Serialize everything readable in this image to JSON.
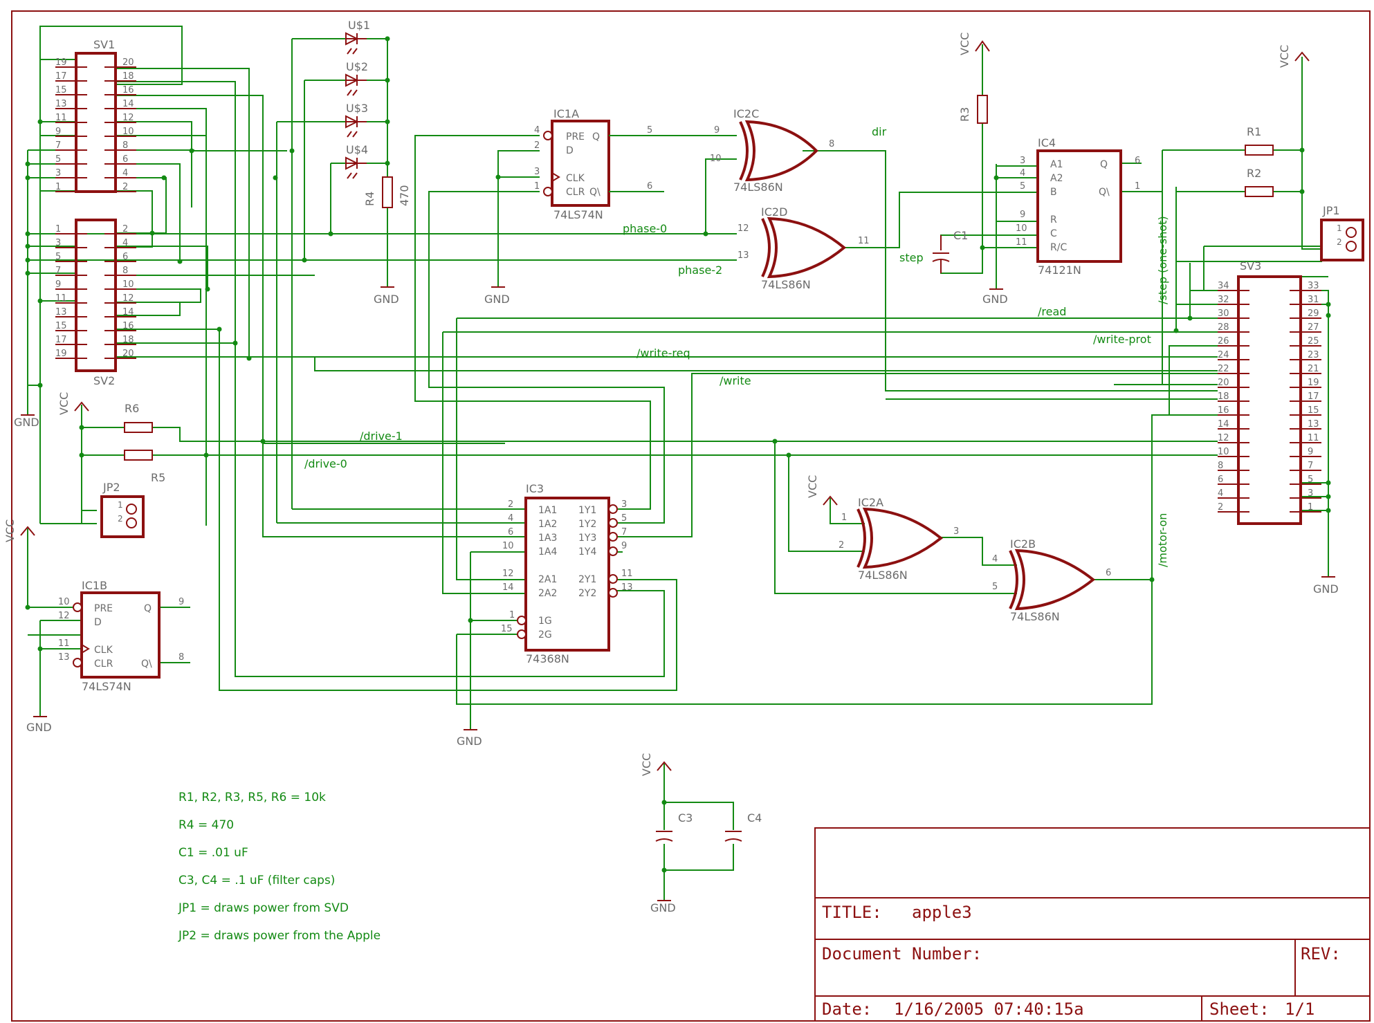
{
  "frame": {
    "title_label": "TITLE:",
    "title_value": "apple3",
    "docnum_label": "Document Number:",
    "rev_label": "REV:",
    "date_label": "Date:",
    "date_value": "1/16/2005 07:40:15a",
    "sheet_label": "Sheet:",
    "sheet_value": "1/1"
  },
  "parts": {
    "sv1": "SV1",
    "sv2": "SV2",
    "sv3": "SV3",
    "ic1a": "IC1A",
    "ic1b": "IC1B",
    "ic2a": "IC2A",
    "ic2b": "IC2B",
    "ic2c": "IC2C",
    "ic2d": "IC2D",
    "ic3": "IC3",
    "ic4": "IC4",
    "ls74": "74LS74N",
    "ls86": "74LS86N",
    "ls368": "74368N",
    "ls121": "74121N",
    "r1": "R1",
    "r2": "R2",
    "r3": "R3",
    "r4": "R4",
    "r4_val": "470",
    "r5": "R5",
    "r6": "R6",
    "c1": "C1",
    "c3": "C3",
    "c4": "C4",
    "jp1": "JP1",
    "jp2": "JP2",
    "led1": "U$1",
    "led2": "U$2",
    "led3": "U$3",
    "led4": "U$4",
    "vcc": "VCC",
    "gnd": "GND"
  },
  "pins": {
    "ff_pre": "PRE",
    "ff_d": "D",
    "ff_clk": "CLK",
    "ff_clr": "CLR",
    "ff_q": "Q",
    "ff_qn": "Q\\",
    "ic4_a1": "A1",
    "ic4_a2": "A2",
    "ic4_b": "B",
    "ic4_r": "R",
    "ic4_c": "C",
    "ic4_rc": "R/C",
    "ic4_q": "Q",
    "ic4_qn": "Q\\",
    "ic3_1a1": "1A1",
    "ic3_1a2": "1A2",
    "ic3_1a3": "1A3",
    "ic3_1a4": "1A4",
    "ic3_2a1": "2A1",
    "ic3_2a2": "2A2",
    "ic3_1g": "1G",
    "ic3_2g": "2G",
    "ic3_1y1": "1Y1",
    "ic3_1y2": "1Y2",
    "ic3_1y3": "1Y3",
    "ic3_1y4": "1Y4",
    "ic3_2y1": "2Y1",
    "ic3_2y2": "2Y2"
  },
  "pin_numbers": {
    "sv1_left": [
      "19",
      "17",
      "15",
      "13",
      "11",
      "9",
      "7",
      "5",
      "3",
      "1"
    ],
    "sv1_right": [
      "20",
      "18",
      "16",
      "14",
      "12",
      "10",
      "8",
      "6",
      "4",
      "2"
    ],
    "sv2_left": [
      "1",
      "3",
      "5",
      "7",
      "9",
      "11",
      "13",
      "15",
      "17",
      "19"
    ],
    "sv2_right": [
      "2",
      "4",
      "6",
      "8",
      "10",
      "12",
      "14",
      "16",
      "18",
      "20"
    ],
    "sv3_left": [
      "34",
      "32",
      "30",
      "28",
      "26",
      "24",
      "22",
      "20",
      "18",
      "16",
      "14",
      "12",
      "10",
      "8",
      "6",
      "4",
      "2"
    ],
    "sv3_right": [
      "33",
      "31",
      "29",
      "27",
      "25",
      "23",
      "21",
      "19",
      "17",
      "15",
      "13",
      "11",
      "9",
      "7",
      "5",
      "3",
      "1"
    ],
    "ic1a": [
      "4",
      "2",
      "3",
      "1",
      "5",
      "6"
    ],
    "ic1b": [
      "10",
      "12",
      "11",
      "13",
      "9",
      "8"
    ],
    "ic4": [
      "3",
      "4",
      "5",
      "9",
      "10",
      "11",
      "6",
      "1"
    ],
    "ic3_left": [
      "2",
      "4",
      "6",
      "10",
      "12",
      "14",
      "1",
      "15"
    ],
    "ic3_right": [
      "3",
      "5",
      "7",
      "9",
      "11",
      "13"
    ],
    "ic2c": [
      "9",
      "10",
      "8"
    ],
    "ic2d": [
      "12",
      "13",
      "11"
    ],
    "ic2a": [
      "1",
      "2",
      "3"
    ],
    "ic2b": [
      "4",
      "5",
      "6"
    ],
    "jp": [
      "1",
      "2"
    ]
  },
  "nets": {
    "dir": "dir",
    "phase0": "phase-0",
    "phase2": "phase-2",
    "step": "step",
    "step_oneshot": "/step (one-shot)",
    "read": "/read",
    "write_prot": "/write-prot",
    "write_req": "/write-req",
    "write": "/write",
    "drive1": "/drive-1",
    "drive0": "/drive-0",
    "motor_on": "/motor-on"
  },
  "notes": [
    "R1, R2, R3, R5, R6 = 10k",
    "R4 = 470",
    "C1 = .01 uF",
    "C3, C4 = .1 uF (filter caps)",
    "JP1 = draws power from SVD",
    "JP2 = draws power from the Apple"
  ],
  "colors": {
    "symbol": "#8c1010",
    "wire": "#138a13",
    "label": "#6b6b6b"
  }
}
